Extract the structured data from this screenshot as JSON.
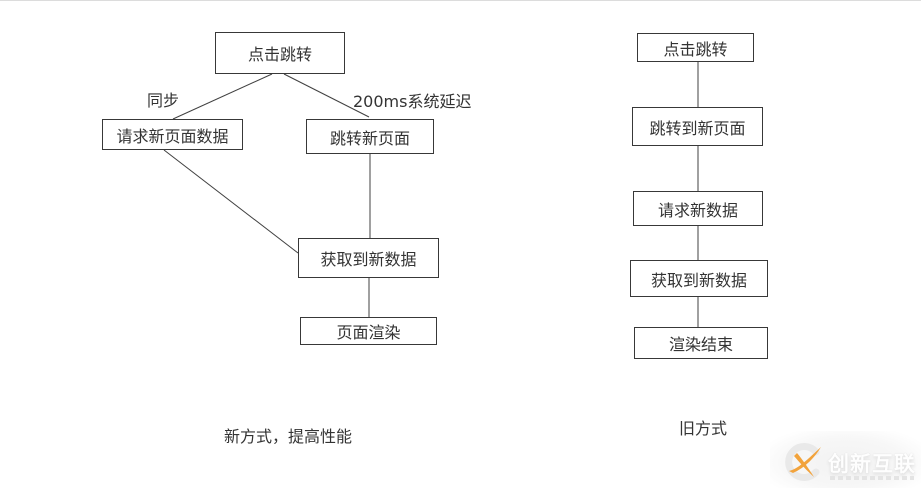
{
  "diagram": {
    "left": {
      "nodes": [
        {
          "id": "click-jump",
          "label": "点击跳转"
        },
        {
          "id": "request-new-page-data",
          "label": "请求新页面数据"
        },
        {
          "id": "jump-new-page",
          "label": "跳转新页面"
        },
        {
          "id": "got-new-data",
          "label": "获取到新数据"
        },
        {
          "id": "page-render",
          "label": "页面渲染"
        }
      ],
      "edge_labels": [
        {
          "id": "sync",
          "text": "同步"
        },
        {
          "id": "delay",
          "text": "200ms系统延迟"
        }
      ],
      "edges": [
        {
          "from": "点击跳转",
          "to": "请求新页面数据",
          "label": "同步"
        },
        {
          "from": "点击跳转",
          "to": "跳转新页面",
          "label": "200ms系统延迟"
        },
        {
          "from": "请求新页面数据",
          "to": "获取到新数据",
          "label": ""
        },
        {
          "from": "跳转新页面",
          "to": "获取到新数据",
          "label": ""
        },
        {
          "from": "获取到新数据",
          "to": "页面渲染",
          "label": ""
        }
      ],
      "caption": "新方式，提高性能"
    },
    "right": {
      "nodes": [
        {
          "id": "click-jump",
          "label": "点击跳转"
        },
        {
          "id": "jump-to-new-page",
          "label": "跳转到新页面"
        },
        {
          "id": "request-new-data",
          "label": "请求新数据"
        },
        {
          "id": "got-new-data",
          "label": "获取到新数据"
        },
        {
          "id": "render-end",
          "label": "渲染结束"
        }
      ],
      "edges": [
        {
          "from": "点击跳转",
          "to": "跳转到新页面",
          "label": ""
        },
        {
          "from": "跳转到新页面",
          "to": "请求新数据",
          "label": ""
        },
        {
          "from": "请求新数据",
          "to": "获取到新数据",
          "label": ""
        },
        {
          "from": "获取到新数据",
          "to": "渲染结束",
          "label": ""
        }
      ],
      "caption": "旧方式"
    }
  },
  "watermark": {
    "brand": "创新互联",
    "icon": "c-swoosh-logo",
    "accent_color": "#F2A33C",
    "ring_color": "#E9E9E9"
  },
  "colors": {
    "background": "#FFFFFF",
    "box_border": "#383838",
    "text": "#333333",
    "connector_line": "#404040",
    "top_border": "#DCDCDC"
  }
}
